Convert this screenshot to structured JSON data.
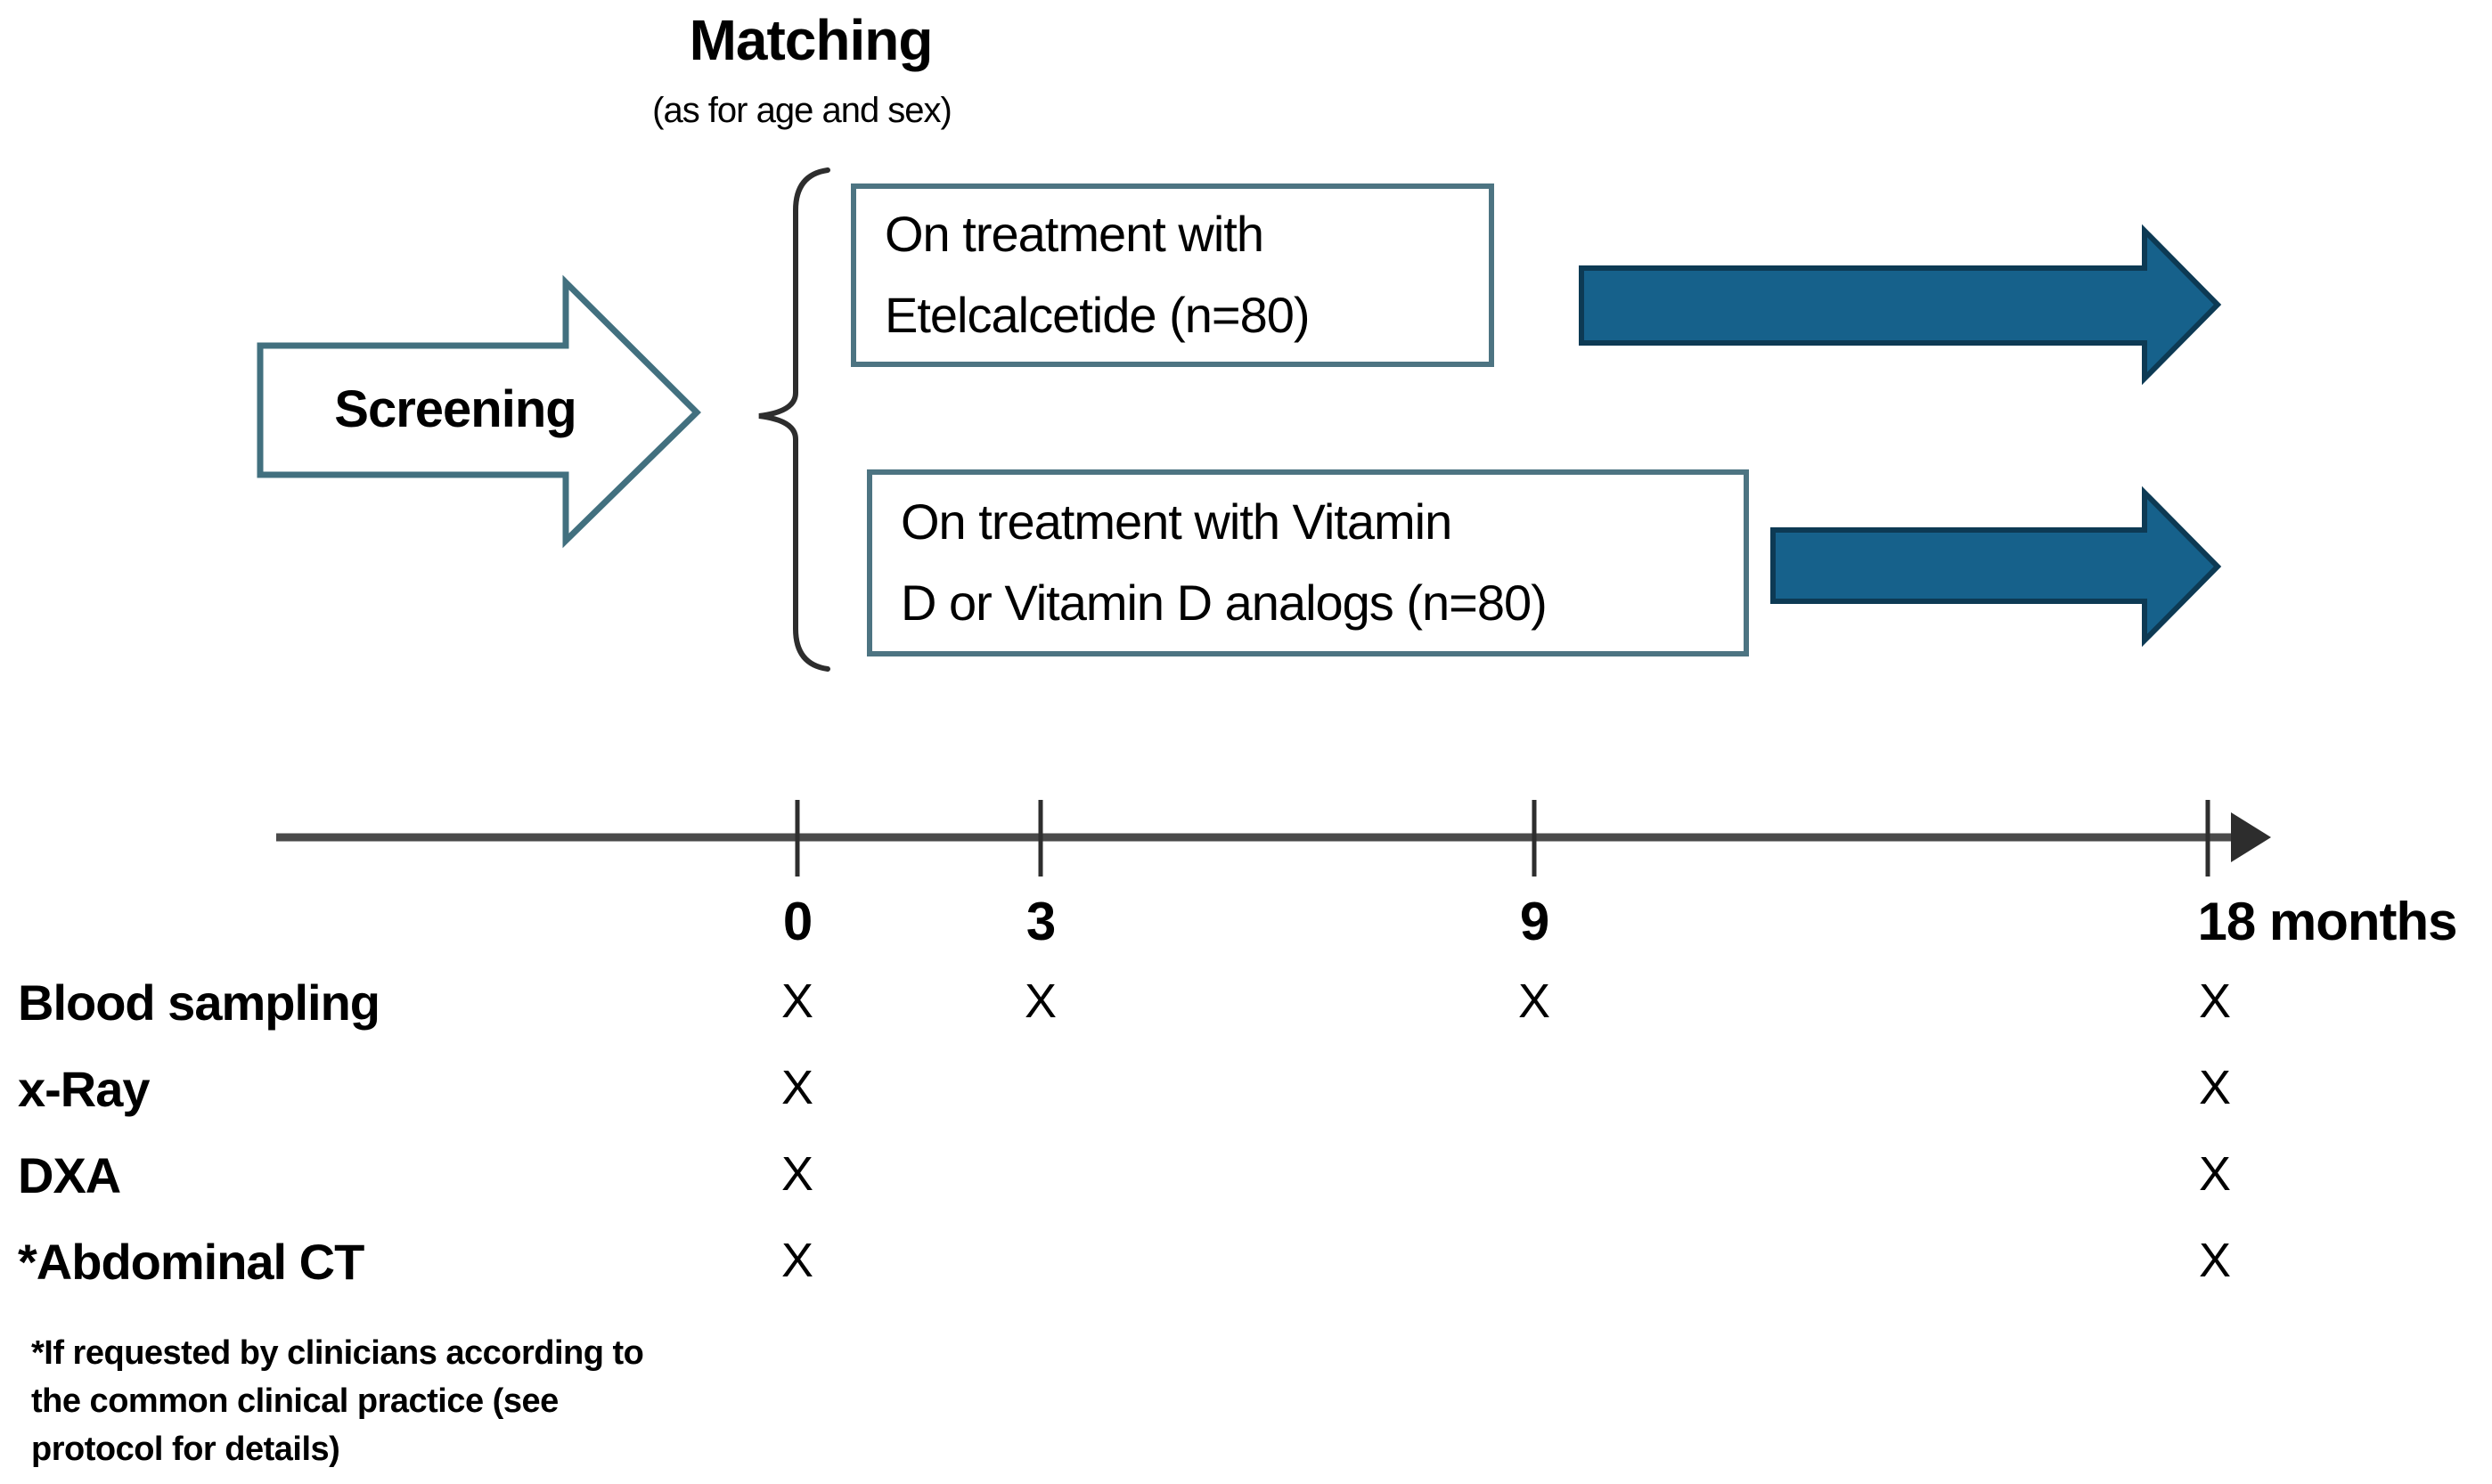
{
  "matching": {
    "title": "Matching",
    "subtitle": "(as for age and sex)"
  },
  "screening_label": "Screening",
  "groups": [
    {
      "label": "On treatment with\nEtelcalcetide (n=80)"
    },
    {
      "label": "On treatment with Vitamin\nD or Vitamin D analogs (n=80)"
    }
  ],
  "timeline": {
    "tick_labels": [
      "0",
      "3",
      "9",
      "18 months"
    ]
  },
  "assessments": [
    {
      "label": "Blood sampling",
      "marks": [
        "X",
        "X",
        "X",
        "X"
      ]
    },
    {
      "label": "x-Ray",
      "marks": [
        "X",
        "",
        "",
        "X"
      ]
    },
    {
      "label": "DXA",
      "marks": [
        "X",
        "",
        "",
        "X"
      ]
    },
    {
      "label": "*Abdominal CT",
      "marks": [
        "X",
        "",
        "",
        "X"
      ]
    }
  ],
  "footnote_lines": [
    "*If requested by clinicians according to",
    "the common clinical practice (see",
    "protocol for details)"
  ],
  "colors": {
    "arrow_fill": "#16618b",
    "arrow_stroke": "#0d3a54",
    "box_border": "#4d7482",
    "screening_border": "#42707f",
    "brace_color": "#2d2d2d",
    "timeline_color": "#4a4a4a",
    "tick_color": "#2e2e2e",
    "text_color": "#000000"
  }
}
